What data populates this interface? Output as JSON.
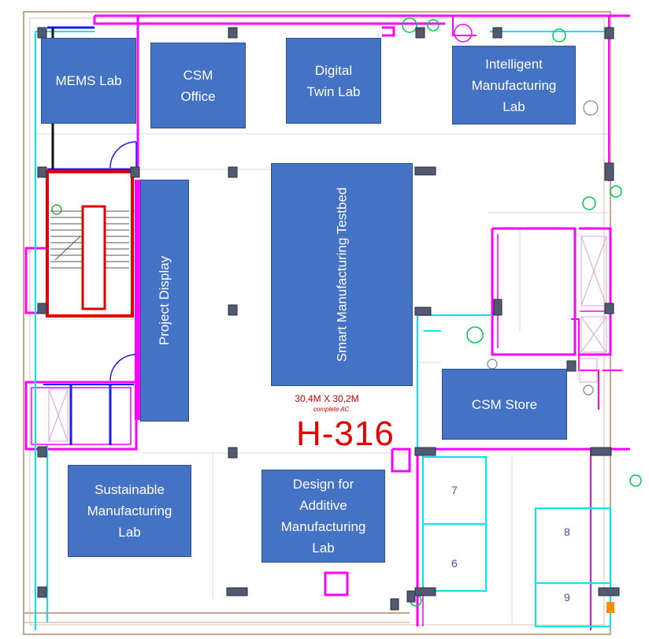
{
  "rooms": {
    "mems_lab": "MEMS Lab",
    "csm_office": "CSM\nOffice",
    "digital_twin_lab": "Digital\nTwin Lab",
    "intelligent_mfg_lab": "Intelligent\nManufacturing\nLab",
    "smart_mfg_testbed": "Smart Manufacturing Testbed",
    "project_display": "Project Display",
    "csm_store": "CSM Store",
    "sustainable_mfg_lab": "Sustainable\nManufacturing\nLab",
    "dfam_lab": "Design for\nAdditive\nManufacturing\nLab"
  },
  "dimensions": {
    "main": "30,4M X 30,2M",
    "sub": "complete AC"
  },
  "room_id": "H-316",
  "cubicles": [
    "7",
    "6",
    "8",
    "9"
  ],
  "colors": {
    "label_fill": "#4472c4",
    "wall_magenta": "#ff00ff",
    "wall_cyan": "#00e5ee",
    "wall_red": "#e00000",
    "column": "#505a70",
    "outline_tan": "#c9a590"
  }
}
